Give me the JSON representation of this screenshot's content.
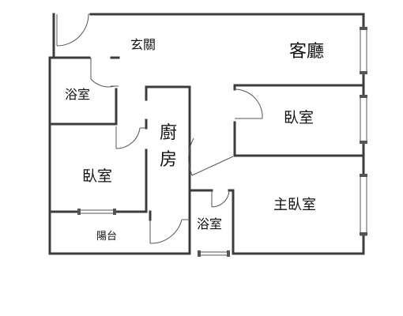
{
  "rooms": {
    "entrance": "玄關",
    "living": "客廳",
    "bath_1": "浴室",
    "bedroom_right": "臥室",
    "kitchen_line1": "廚",
    "kitchen_line2": "房",
    "bedroom_left": "臥室",
    "bath_2": "浴室",
    "master_bedroom": "主臥室",
    "balcony": "陽台"
  },
  "colors": {
    "wall": "#3c3c3c",
    "line": "#555555",
    "text": "#111111",
    "background": "#ffffff"
  }
}
